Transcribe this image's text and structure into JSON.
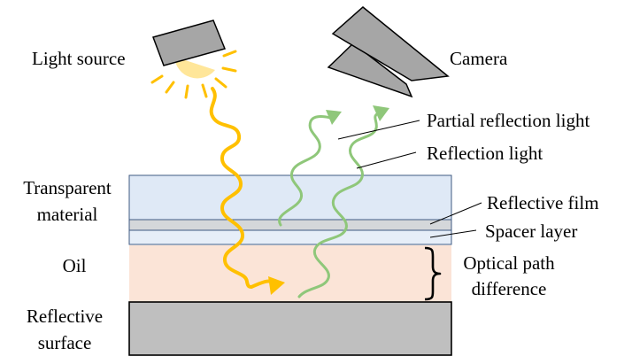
{
  "labels": {
    "light_source": "Light source",
    "camera": "Camera",
    "partial_reflection_light": "Partial reflection light",
    "reflection_light": "Reflection light",
    "transparent_material_line1": "Transparent",
    "transparent_material_line2": "material",
    "reflective_film": "Reflective film",
    "spacer_layer": "Spacer layer",
    "oil": "Oil",
    "optical_path_difference_line1": "Optical path",
    "optical_path_difference_line2": "difference",
    "reflective_surface_line1": "Reflective",
    "reflective_surface_line2": "surface"
  },
  "colors": {
    "transparent_material": "#dfe9f6",
    "layer_border": "#3f5a82",
    "reflective_film": "#d4d7da",
    "spacer_layer": "#e6eef8",
    "oil": "#fbe4d7",
    "reflective_surface": "#bfbfbf",
    "incident_light": "#ffc000",
    "reflected_light": "#8fc77a",
    "light_source_housing": "#a6a6a6",
    "sun_glow": "#ffe699",
    "camera_body": "#a6a6a6"
  },
  "icons": {
    "light_source": "light-source-icon",
    "camera": "camera-icon"
  }
}
